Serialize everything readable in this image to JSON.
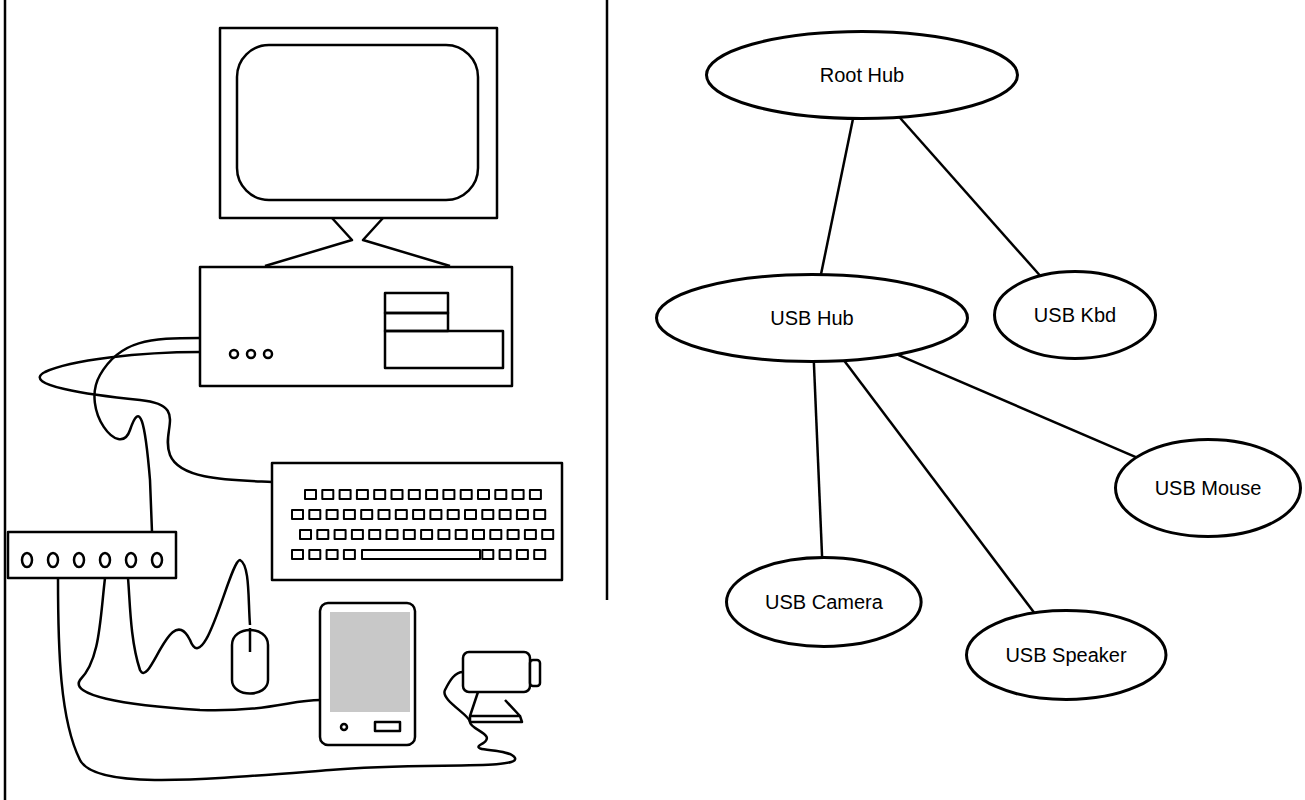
{
  "diagram": {
    "nodes": [
      {
        "text": [
          "Root Hub"
        ]
      },
      {
        "text": [
          "USB Hub"
        ]
      },
      {
        "text": [
          "USB Kbd"
        ]
      },
      {
        "text": [
          "USB Mouse"
        ]
      },
      {
        "text": [
          "USB Camera"
        ]
      },
      {
        "text": [
          "USB Speaker"
        ]
      }
    ],
    "edges": [
      {
        "from": 0,
        "to": 1,
        "arrow": "none"
      },
      {
        "from": 0,
        "to": 2,
        "arrow": "none"
      },
      {
        "from": 1,
        "to": 4,
        "arrow": "none"
      },
      {
        "from": 1,
        "to": 5,
        "arrow": "none"
      },
      {
        "from": 1,
        "to": 3,
        "arrow": "none"
      }
    ]
  }
}
